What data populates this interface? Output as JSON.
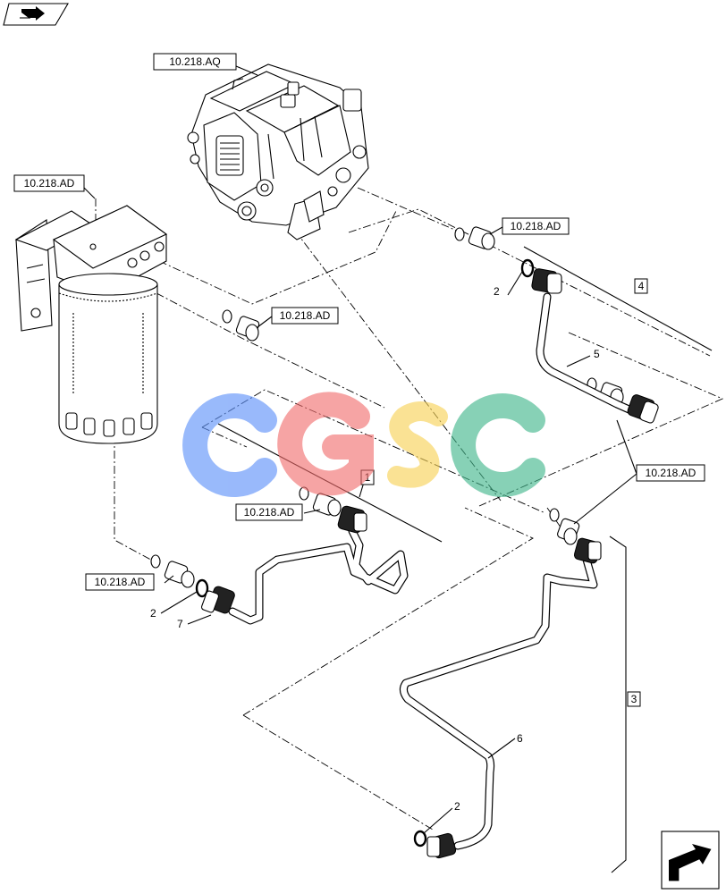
{
  "references": {
    "pump": "10.218.AQ",
    "filter": "10.218.AD",
    "fitting_top_right": "10.218.AD",
    "fitting_mid_left": "10.218.AD",
    "fitting_center": "10.218.AD",
    "fitting_bottom_left": "10.218.AD",
    "fitting_right": "10.218.AD"
  },
  "callouts": {
    "oring_upper": "2",
    "oring_left": "2",
    "oring_bottom": "2",
    "pipe_5": "5",
    "pipe_6": "6",
    "pipe_7": "7"
  },
  "assemblies": {
    "a1": "1",
    "a3": "3",
    "a4": "4"
  },
  "watermark": {
    "letters": [
      "C",
      "G",
      "S",
      "C"
    ],
    "colors": [
      "#5b8ff9",
      "#f26d6d",
      "#f7d154",
      "#3fb58a"
    ]
  },
  "icons": {
    "top_left": "book-arrow-icon",
    "bottom_right": "next-page-arrow-icon"
  }
}
